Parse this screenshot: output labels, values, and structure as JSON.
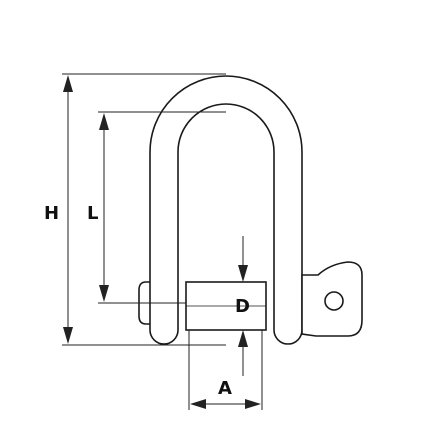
{
  "labels": {
    "height": "H",
    "inner_length": "L",
    "pin_diameter": "D",
    "inner_width": "A"
  },
  "colors": {
    "outline": "#1a1a1a",
    "dimension_line": "#222222",
    "background": "#ffffff"
  }
}
